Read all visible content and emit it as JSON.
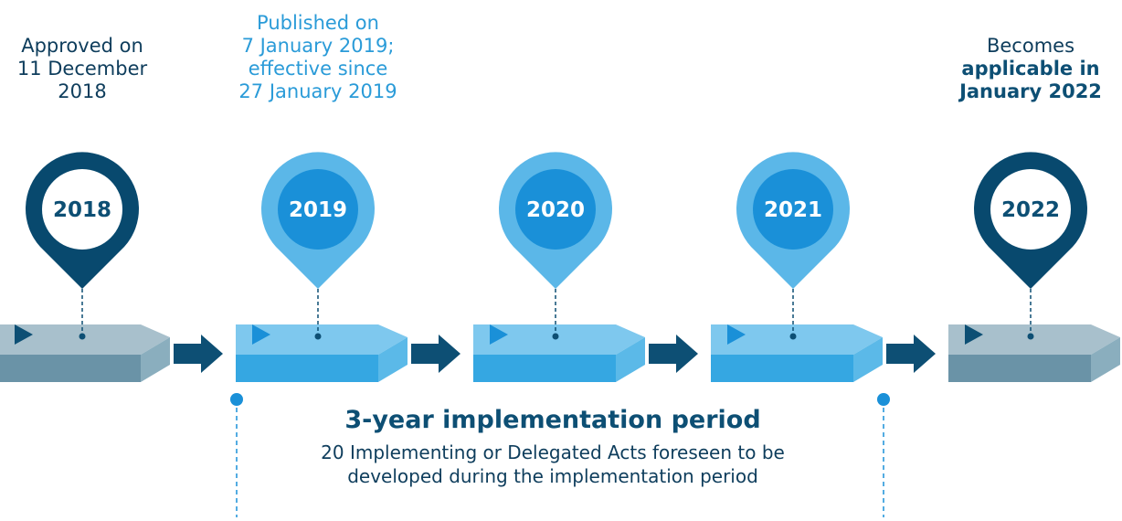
{
  "milestones": [
    {
      "year": "2018",
      "caption": [
        "Approved on",
        "11 December",
        "2018"
      ],
      "style": "dark"
    },
    {
      "year": "2019",
      "caption": [
        "Published on",
        "7 January 2019;",
        "effective since",
        "27 January 2019"
      ],
      "style": "blue"
    },
    {
      "year": "2020",
      "caption": [],
      "style": "blue"
    },
    {
      "year": "2021",
      "caption": [],
      "style": "blue"
    },
    {
      "year": "2022",
      "caption": [
        "Becomes",
        "applicable in",
        "January 2022"
      ],
      "style": "dark"
    }
  ],
  "implementation": {
    "title": "3-year implementation period",
    "description_line1": "20 Implementing or Delegated Acts foreseen to be",
    "description_line2": "developed during the implementation period"
  },
  "colors": {
    "dark_navy": "#08496e",
    "pin_blue": "#5bb7e8",
    "inner_blue": "#1a90d8",
    "block_blue_top": "#7ec8ee",
    "block_blue_front": "#35a7e2",
    "block_blue_side": "#5bb9e8",
    "block_grey_top": "#a8c0cc",
    "block_grey_front": "#6a93a7",
    "block_grey_side": "#8aaebe",
    "arrow": "#0d4f74",
    "text_blue": "#2a9bd8"
  }
}
